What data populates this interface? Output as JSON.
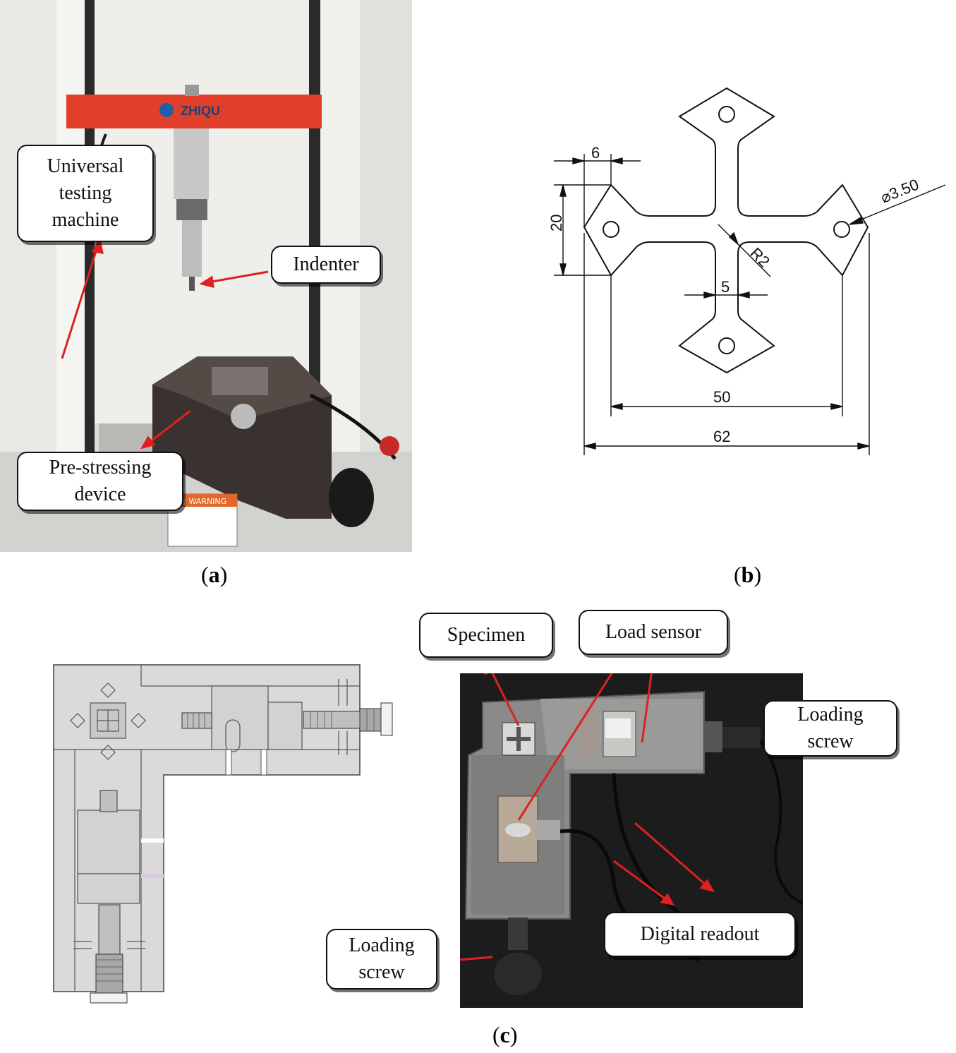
{
  "panel_a": {
    "label": "a",
    "machine_brand": "ZHIQU",
    "warning_sign": "警告 WARNING",
    "callouts": {
      "utm_line1": "Universal",
      "utm_line2": "testing",
      "utm_line3": "machine",
      "indenter": "Indenter",
      "prestress_line1": "Pre-stressing",
      "prestress_line2": "device"
    },
    "colors": {
      "crossbeam": "#e0402a",
      "callout_arrow": "#e02020"
    }
  },
  "panel_b": {
    "label": "b",
    "dimensions": {
      "top_width": "6",
      "height": "20",
      "hole_diameter": "3.50",
      "radius": "R2",
      "arm_width": "5",
      "inner_span": "50",
      "total_span": "62"
    }
  },
  "panel_c": {
    "label": "c",
    "callouts": {
      "specimen": "Specimen",
      "load_sensor": "Load sensor",
      "loading_screw_right_line1": "Loading",
      "loading_screw_right_line2": "screw",
      "digital_readout": "Digital readout",
      "loading_screw_bottom_line1": "Loading",
      "loading_screw_bottom_line2": "screw"
    }
  }
}
